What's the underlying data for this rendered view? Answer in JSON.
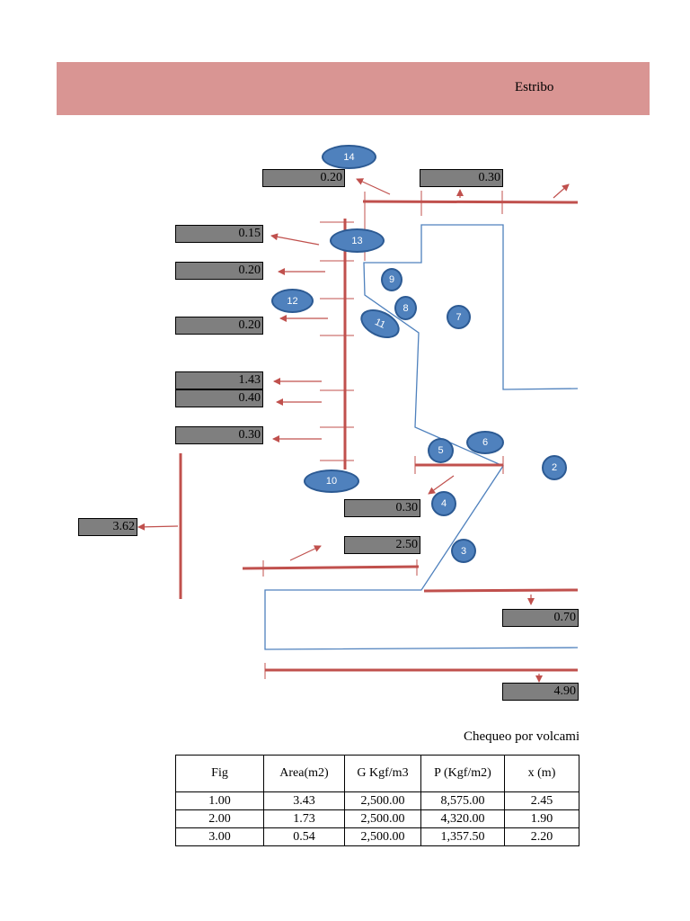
{
  "header": {
    "title": "Estribo"
  },
  "dimensions": {
    "d_top_left": "0.20",
    "d_top_right": "0.30",
    "d_015": "0.15",
    "d_020a": "0.20",
    "d_020b": "0.20",
    "d_143": "1.43",
    "d_040": "0.40",
    "d_030_left": "0.30",
    "d_362": "3.62",
    "d_030_mid": "0.30",
    "d_250": "2.50",
    "d_070": "0.70",
    "d_490": "4.90"
  },
  "figures": {
    "f14": "14",
    "f13": "13",
    "f12": "12",
    "f11": "11",
    "f10": "10",
    "f9": "9",
    "f8": "8",
    "f7": "7",
    "f6": "6",
    "f5": "5",
    "f4": "4",
    "f3": "3",
    "f2": "2"
  },
  "caption": "Chequeo por volcami",
  "table": {
    "headers": [
      "Fig",
      "Area(m2)",
      "G Kgf/m3",
      "P (Kgf/m2)",
      "x (m)"
    ],
    "rows": [
      [
        "1.00",
        "3.43",
        "2,500.00",
        "8,575.00",
        "2.45"
      ],
      [
        "2.00",
        "1.73",
        "2,500.00",
        "4,320.00",
        "1.90"
      ],
      [
        "3.00",
        "0.54",
        "2,500.00",
        "1,357.50",
        "2.20"
      ]
    ]
  },
  "colors": {
    "header": "#d99593",
    "dimension_line": "#c0504d",
    "outline": "#4f81bd",
    "bubble": "#4f81bd",
    "box": "#7f7f7f"
  }
}
